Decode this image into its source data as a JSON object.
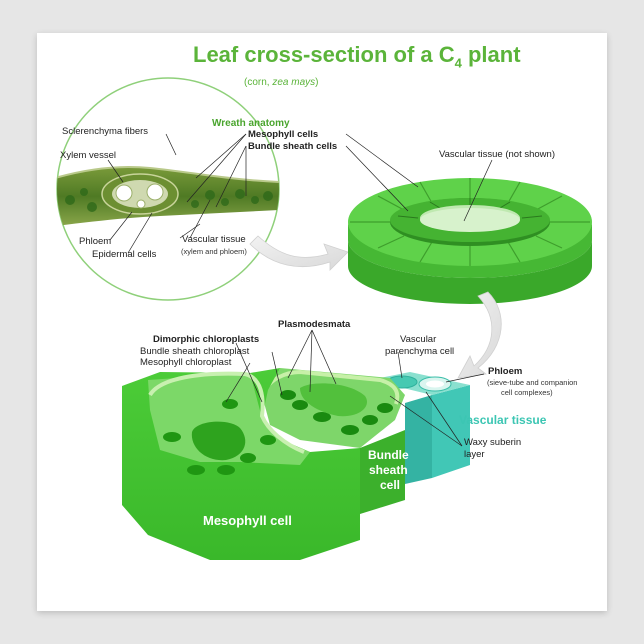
{
  "title": {
    "main": "Leaf cross-section of a C",
    "sub": "4",
    "tail": " plant"
  },
  "subtitle": {
    "pre": "(corn, ",
    "italic": "zea mays",
    "post": ")"
  },
  "micrograph_labels": {
    "wreath_anatomy": "Wreath anatomy",
    "sclerenchyma": "Sclerenchyma fibers",
    "xylem": "Xylem vessel",
    "mesophyll_cells": "Mesophyll cells",
    "bundle_sheath_cells": "Bundle sheath cells",
    "phloem": "Phloem",
    "epidermal": "Epidermal cells",
    "vascular_tissue": "Vascular tissue",
    "vascular_tissue_note": "(xylem and phloem)"
  },
  "ring_labels": {
    "vascular_tissue": "Vascular tissue",
    "not_shown": "(not shown)"
  },
  "cell_labels": {
    "dimorphic": "Dimorphic chloroplasts",
    "bs_chloroplast": "Bundle sheath chloroplast",
    "m_chloroplast": "Mesophyll chloroplast",
    "plasmodesmata": "Plasmodesmata",
    "vasc_par_1": "Vascular",
    "vasc_par_2": "parenchyma cell",
    "phloem": "Phloem",
    "phloem_note_1": "(sieve-tube and companion",
    "phloem_note_2": "cell complexes)",
    "vascular_tissue": "Vascular tissue",
    "waxy_1": "Waxy suberin",
    "waxy_2": "layer",
    "bs_1": "Bundle",
    "bs_2": "sheath",
    "bs_3": "cell",
    "mesophyll_cell": "Mesophyll cell"
  },
  "colors": {
    "accent_green": "#5bb43a",
    "tissue_cyan": "#3cc6b3",
    "leaf_green": "#4cc73a"
  }
}
